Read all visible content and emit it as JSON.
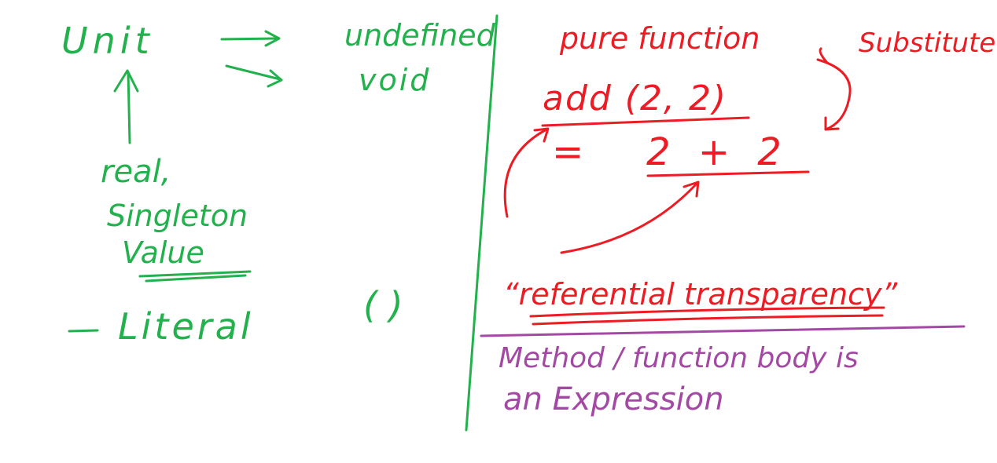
{
  "left": {
    "unit": "Unit",
    "undefined": "undefined",
    "void": "void",
    "real": "real,",
    "singleton": "Singleton",
    "value": "Value",
    "literal": "Literal",
    "parens": "( )"
  },
  "right": {
    "pure_function": "pure function",
    "substitute": "Substitute",
    "add_expr": "add (2, 2)",
    "equals": "=",
    "sum_expr": "2 + 2",
    "referential": "“referential transparency”"
  },
  "bottom": {
    "method_body": "Method / function body is",
    "expression": "an Expression"
  },
  "colors": {
    "green": "#22b14c",
    "red": "#ed1c24",
    "purple": "#a349a4"
  }
}
